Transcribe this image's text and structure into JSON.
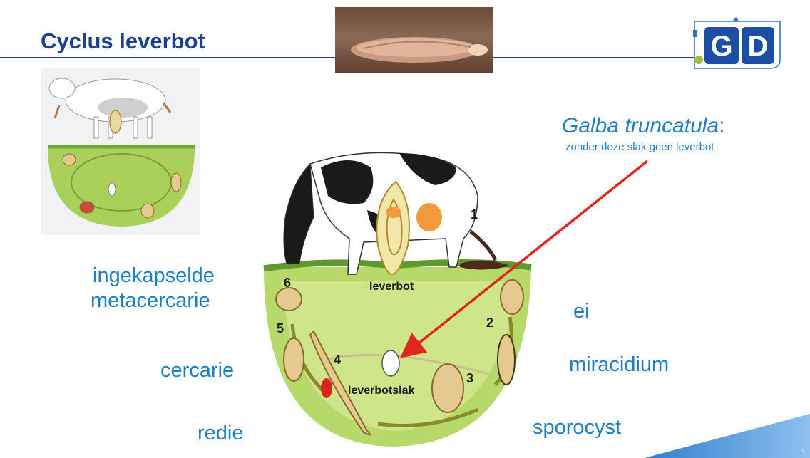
{
  "slide": {
    "title": "Cyclus leverbot",
    "page_number": "5"
  },
  "logo": {
    "text": "GD"
  },
  "annotation": {
    "species_italic": "Galba truncatula",
    "species_suffix": ":",
    "note": "zonder deze slak geen leverbot"
  },
  "cycle": {
    "stage_numbers": [
      "1",
      "2",
      "3",
      "4",
      "5",
      "6"
    ],
    "center_top": "leverbot",
    "center_snail": "leverbotslak",
    "stages": {
      "ingekapselde": "ingekapselde",
      "metacercarie": "metacercarie",
      "ei": "ei",
      "miracidium": "miracidium",
      "cercarie": "cercarie",
      "sporocyst": "sporocyst",
      "redie": "redie"
    }
  },
  "colors": {
    "title_blue": "#1c3f94",
    "label_blue": "#1f7fc4",
    "arrow_red": "#e3261c",
    "grass_green": "#8fc54a"
  }
}
